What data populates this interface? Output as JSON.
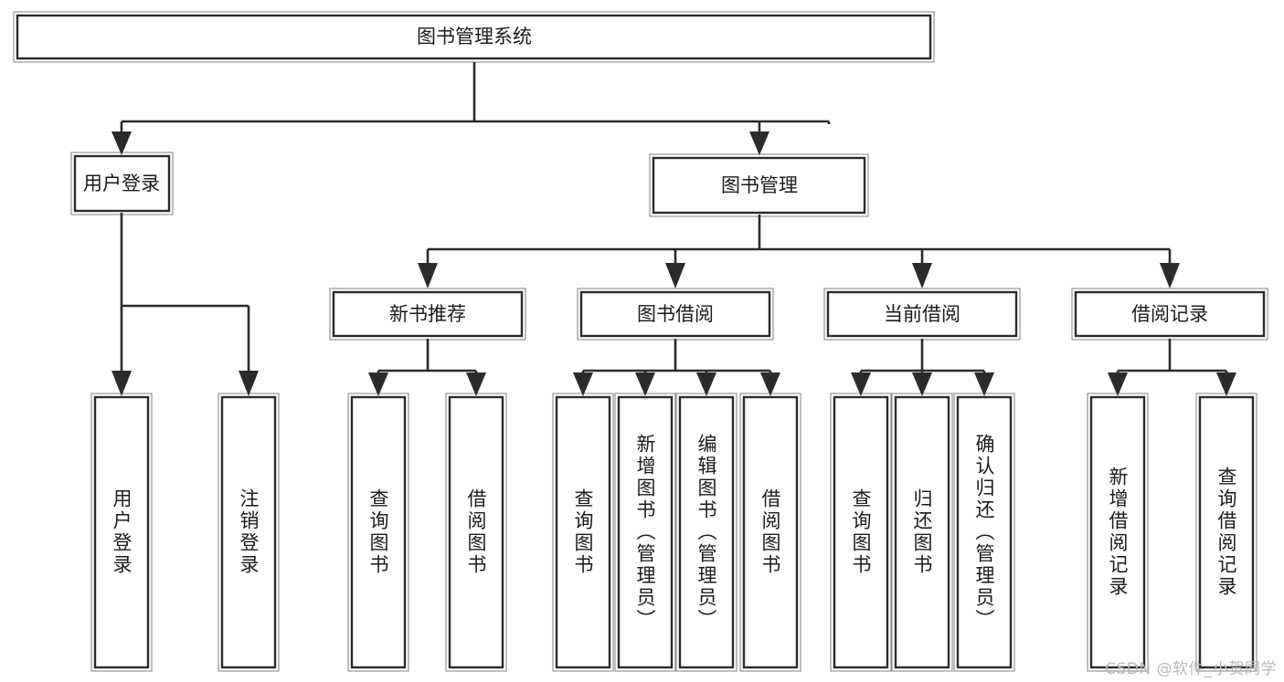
{
  "diagram": {
    "type": "tree-hierarchy",
    "title": "图书管理系统",
    "watermark": "CSDN @软件_小贺同学",
    "colors": {
      "stroke": "#2b2b2b",
      "fill": "#ffffff",
      "text": "#1b1b1b",
      "watermark": "#b9b9b9"
    },
    "nodes": {
      "root": {
        "label": "图书管理系统"
      },
      "level2": [
        {
          "id": "user-login",
          "label": "用户登录"
        },
        {
          "id": "book-manage",
          "label": "图书管理"
        }
      ],
      "level3": [
        {
          "id": "new-book-recommend",
          "label": "新书推荐"
        },
        {
          "id": "book-borrow",
          "label": "图书借阅"
        },
        {
          "id": "current-borrow",
          "label": "当前借阅"
        },
        {
          "id": "borrow-record",
          "label": "借阅记录"
        }
      ],
      "leaves": {
        "user-login": [
          {
            "id": "leaf-user-login",
            "label": "用户登录"
          },
          {
            "id": "leaf-user-logout",
            "label": "注销登录"
          }
        ],
        "new-book-recommend": [
          {
            "id": "leaf-query-book-1",
            "label": "查询图书"
          },
          {
            "id": "leaf-borrow-book-1",
            "label": "借阅图书"
          }
        ],
        "book-borrow": [
          {
            "id": "leaf-query-book-2",
            "label": "查询图书"
          },
          {
            "id": "leaf-add-book",
            "label": "新增图书（管理员）"
          },
          {
            "id": "leaf-edit-book",
            "label": "编辑图书（管理员）"
          },
          {
            "id": "leaf-borrow-book-2",
            "label": "借阅图书"
          }
        ],
        "current-borrow": [
          {
            "id": "leaf-query-book-3",
            "label": "查询图书"
          },
          {
            "id": "leaf-return-book",
            "label": "归还图书"
          },
          {
            "id": "leaf-confirm-return",
            "label": "确认归还（管理员）"
          }
        ],
        "borrow-record": [
          {
            "id": "leaf-add-record",
            "label": "新增借阅记录"
          },
          {
            "id": "leaf-query-record",
            "label": "查询借阅记录"
          }
        ]
      }
    }
  }
}
